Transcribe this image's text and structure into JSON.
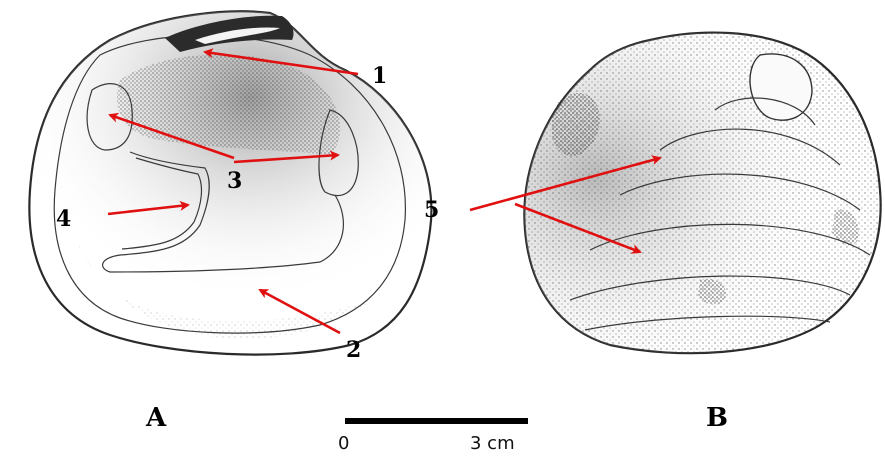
{
  "figure": {
    "callouts": {
      "c1": "1",
      "c2": "2",
      "c3": "3",
      "c4": "4",
      "c5": "5"
    },
    "panels": {
      "a": "A",
      "b": "B"
    },
    "scale_bar": {
      "start_label": "0",
      "end_label": "3 cm"
    },
    "colors": {
      "arrow": "#e01010",
      "ink": "#2a2a2a",
      "background": "#ffffff"
    }
  }
}
